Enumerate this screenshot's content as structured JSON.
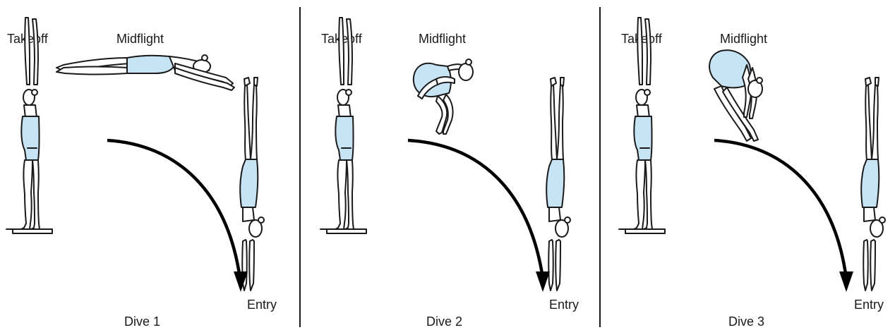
{
  "colors": {
    "swimsuit": "#c7e4f4",
    "ink": "#1a1a1a",
    "background": "#ffffff"
  },
  "dives": [
    {
      "name": "Dive 1",
      "takeoff": "Takeoff",
      "midflight": "Midflight",
      "entry": "Entry",
      "midflight_pose": "layout"
    },
    {
      "name": "Dive 2",
      "takeoff": "Takeoff",
      "midflight": "Midflight",
      "entry": "Entry",
      "midflight_pose": "tuck"
    },
    {
      "name": "Dive 3",
      "takeoff": "Takeoff",
      "midflight": "Midflight",
      "entry": "Entry",
      "midflight_pose": "pike"
    }
  ]
}
